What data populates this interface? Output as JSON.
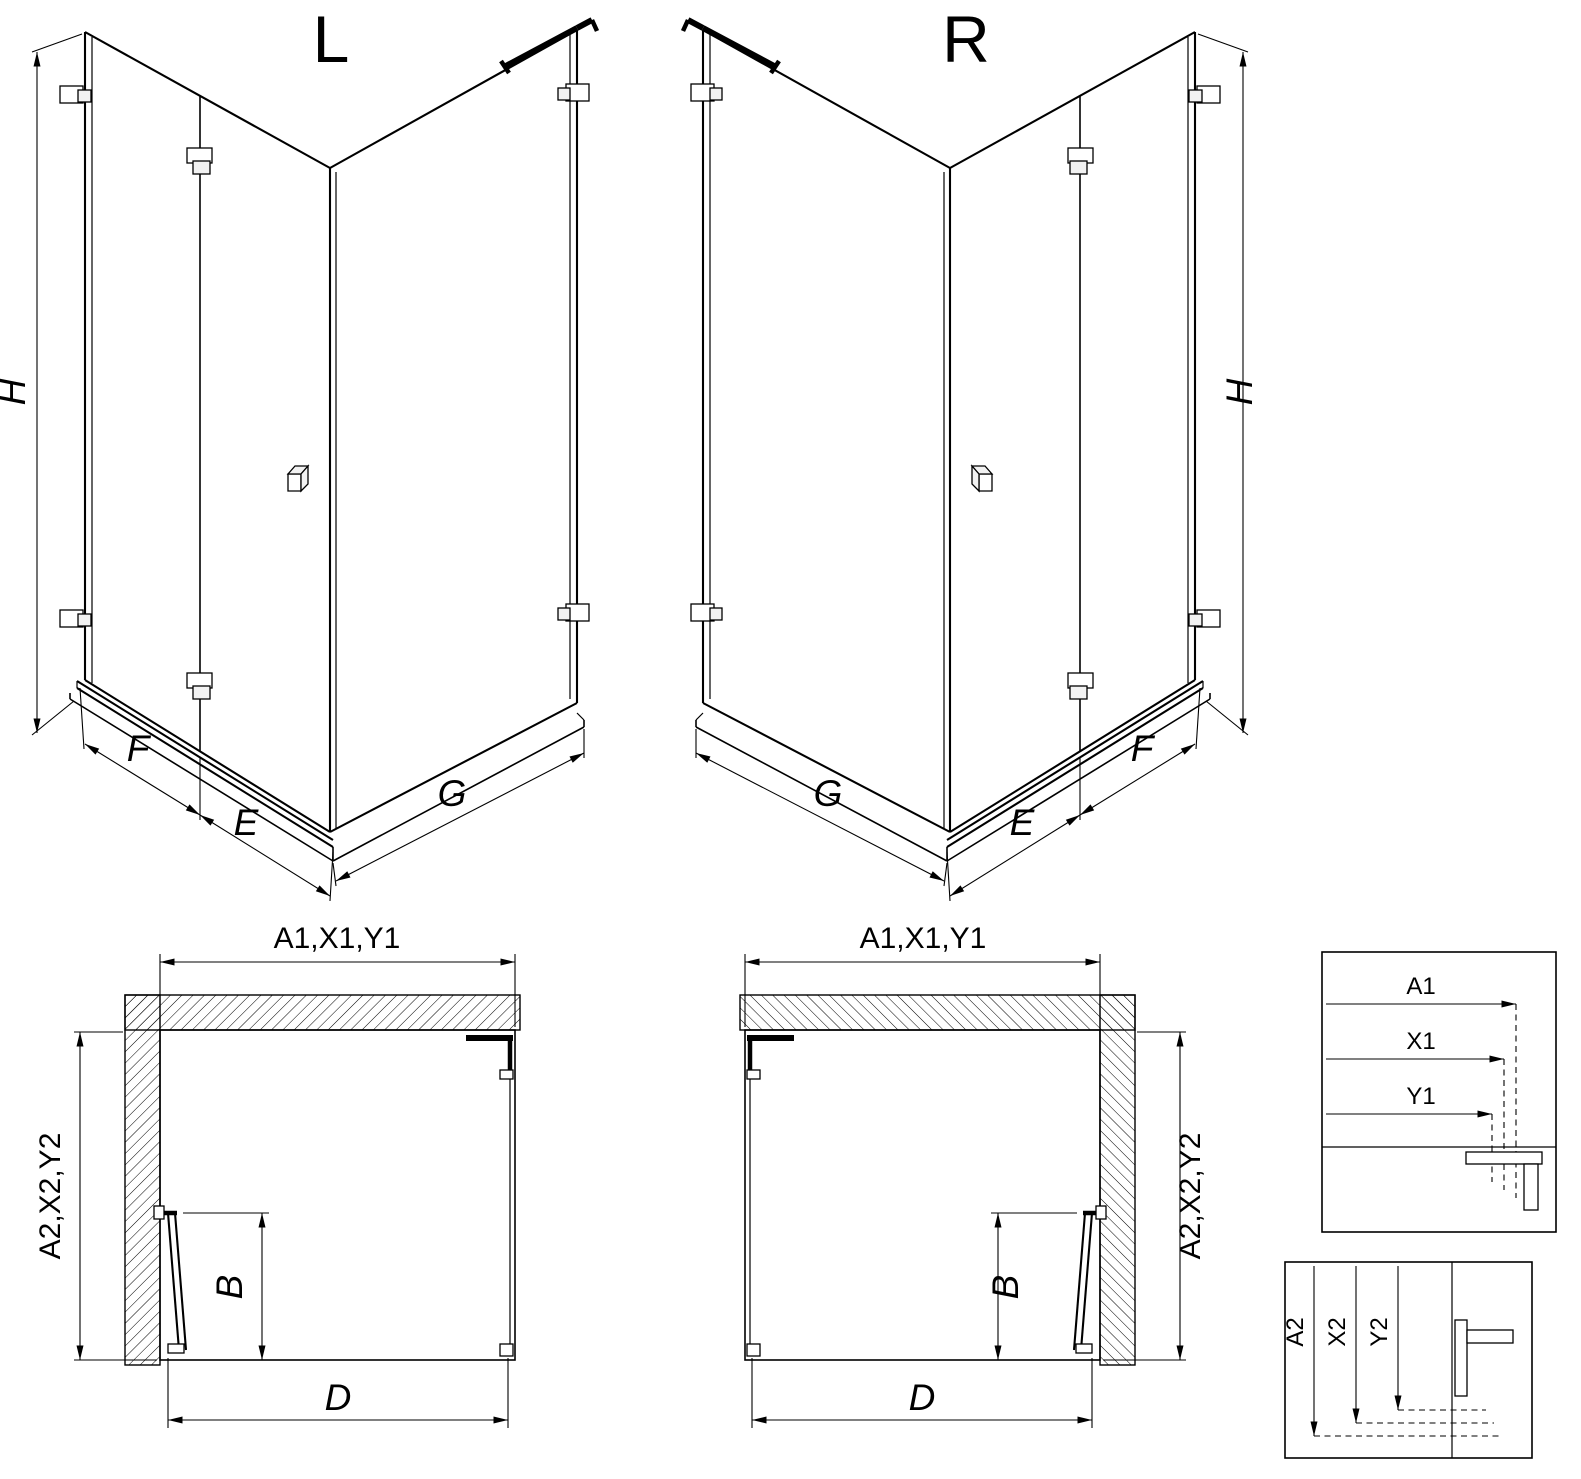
{
  "colors": {
    "ink": "#000000",
    "background": "#ffffff"
  },
  "iso_left": {
    "title": "L",
    "dim_height": "H",
    "dim_fixed_panel": "F",
    "dim_door_panel": "E",
    "dim_side_panel": "G"
  },
  "iso_right": {
    "title": "R",
    "dim_height": "H",
    "dim_fixed_panel": "F",
    "dim_door_panel": "E",
    "dim_side_panel": "G"
  },
  "plan_left": {
    "dim_width_top": "A1,X1,Y1",
    "dim_depth": "A2,X2,Y2",
    "dim_door_width": "B",
    "dim_width_bottom": "D"
  },
  "plan_right": {
    "dim_width_top": "A1,X1,Y1",
    "dim_depth": "A2,X2,Y2",
    "dim_door_width": "B",
    "dim_width_bottom": "D"
  },
  "detail_width": {
    "labels": [
      "A1",
      "X1",
      "Y1"
    ]
  },
  "detail_depth": {
    "labels": [
      "A2",
      "X2",
      "Y2"
    ]
  }
}
